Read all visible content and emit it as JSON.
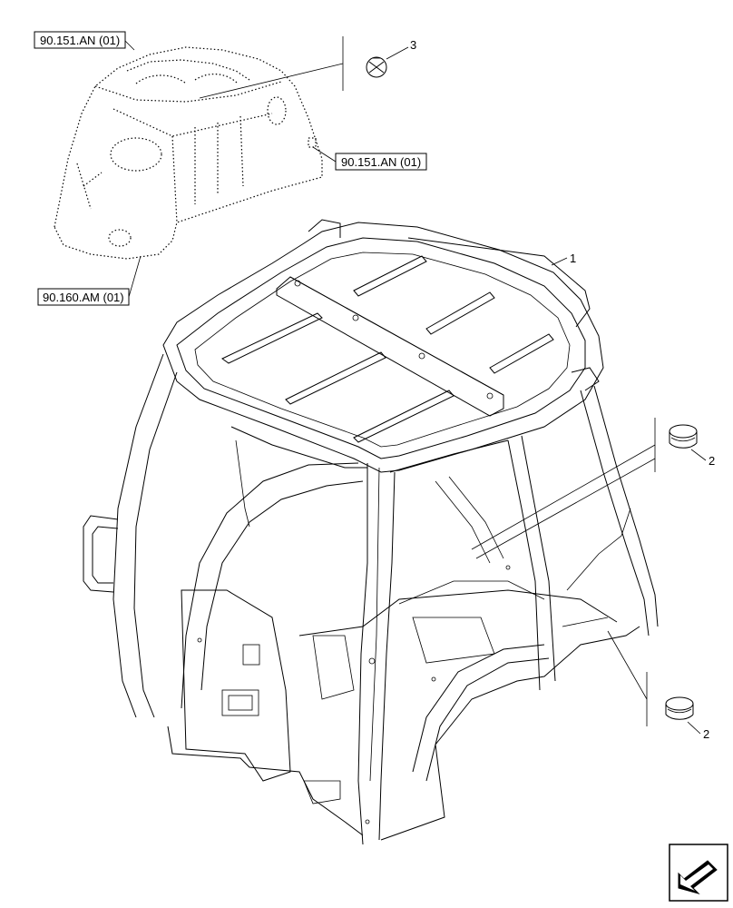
{
  "diagram": {
    "refs": [
      {
        "id": "ref-top",
        "label": "90.151.AN (01)"
      },
      {
        "id": "ref-mid",
        "label": "90.151.AN (01)"
      },
      {
        "id": "ref-bottom",
        "label": "90.160.AM (01)"
      }
    ],
    "callouts": [
      {
        "id": "callout-1",
        "label": "1"
      },
      {
        "id": "callout-2a",
        "label": "2"
      },
      {
        "id": "callout-2b",
        "label": "2"
      },
      {
        "id": "callout-3",
        "label": "3"
      }
    ],
    "icons": {
      "nav": "next-page-arrow-icon",
      "clip": "push-clip-icon",
      "plug": "cap-plug-icon"
    }
  }
}
